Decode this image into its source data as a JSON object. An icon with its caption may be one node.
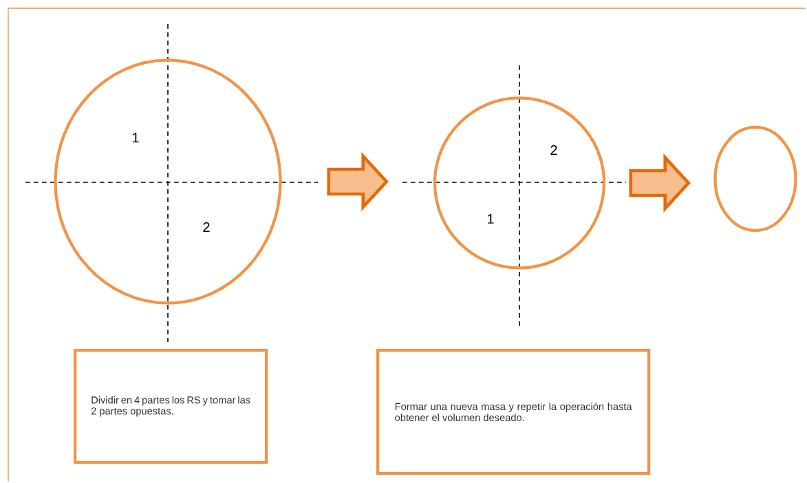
{
  "diagram": {
    "nodes": [
      {
        "text": [],
        "shape": "circle"
      },
      {
        "text": [],
        "shape": "circle"
      },
      {
        "text": [],
        "shape": "circle"
      },
      {
        "text": [
          "Dividir en 4 partes los RS y tomar las 2 partes opuestas."
        ]
      },
      {
        "text": [
          "Formar una nueva masa y repetir la operación hasta obtener el volumen deseado."
        ]
      }
    ],
    "edges": [
      {
        "from": 0,
        "to": 1,
        "arrow": "to"
      },
      {
        "from": 1,
        "to": 2,
        "arrow": "to"
      }
    ],
    "labels": [
      "1",
      "2",
      "2",
      "1"
    ]
  }
}
